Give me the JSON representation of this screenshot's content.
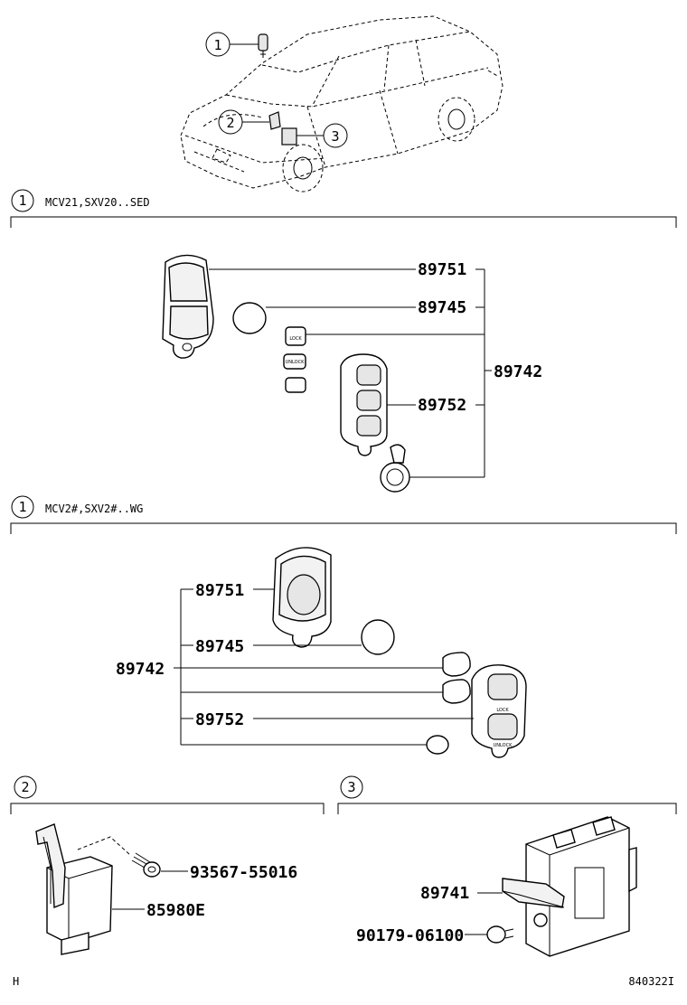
{
  "callouts": [
    "1",
    "2",
    "3"
  ],
  "sections": [
    {
      "id": "1",
      "title": "MCV21,SXV20..SED",
      "parts": {
        "case": "89751",
        "battery": "89745",
        "assembly": "89742",
        "transmitter": "89752"
      }
    },
    {
      "id": "1",
      "title": "MCV2#,SXV2#..WG",
      "parts": {
        "case": "89751",
        "battery": "89745",
        "assembly": "89742",
        "transmitter": "89752"
      }
    },
    {
      "id": "2",
      "parts": {
        "bolt": "93567-55016",
        "module": "85980E"
      }
    },
    {
      "id": "3",
      "parts": {
        "receiver": "89741",
        "bolt": "90179-06100"
      }
    }
  ],
  "button_texts": {
    "lock": "LOCK",
    "unlock": "UNLOCK"
  },
  "footer": {
    "left": "H",
    "right": "840322I"
  }
}
